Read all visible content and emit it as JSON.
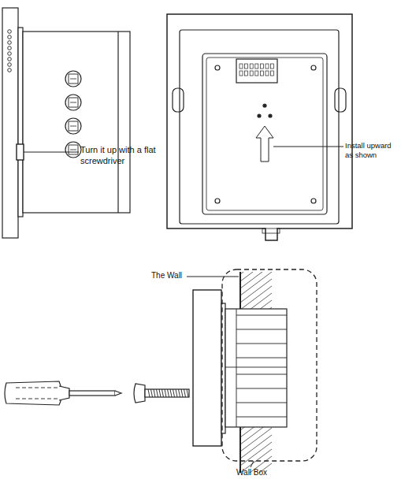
{
  "diagram": {
    "labels": [
      "Turn it up with a flat screwdriver",
      "Install upward as shown",
      "The Wall",
      "Wall Box"
    ]
  }
}
